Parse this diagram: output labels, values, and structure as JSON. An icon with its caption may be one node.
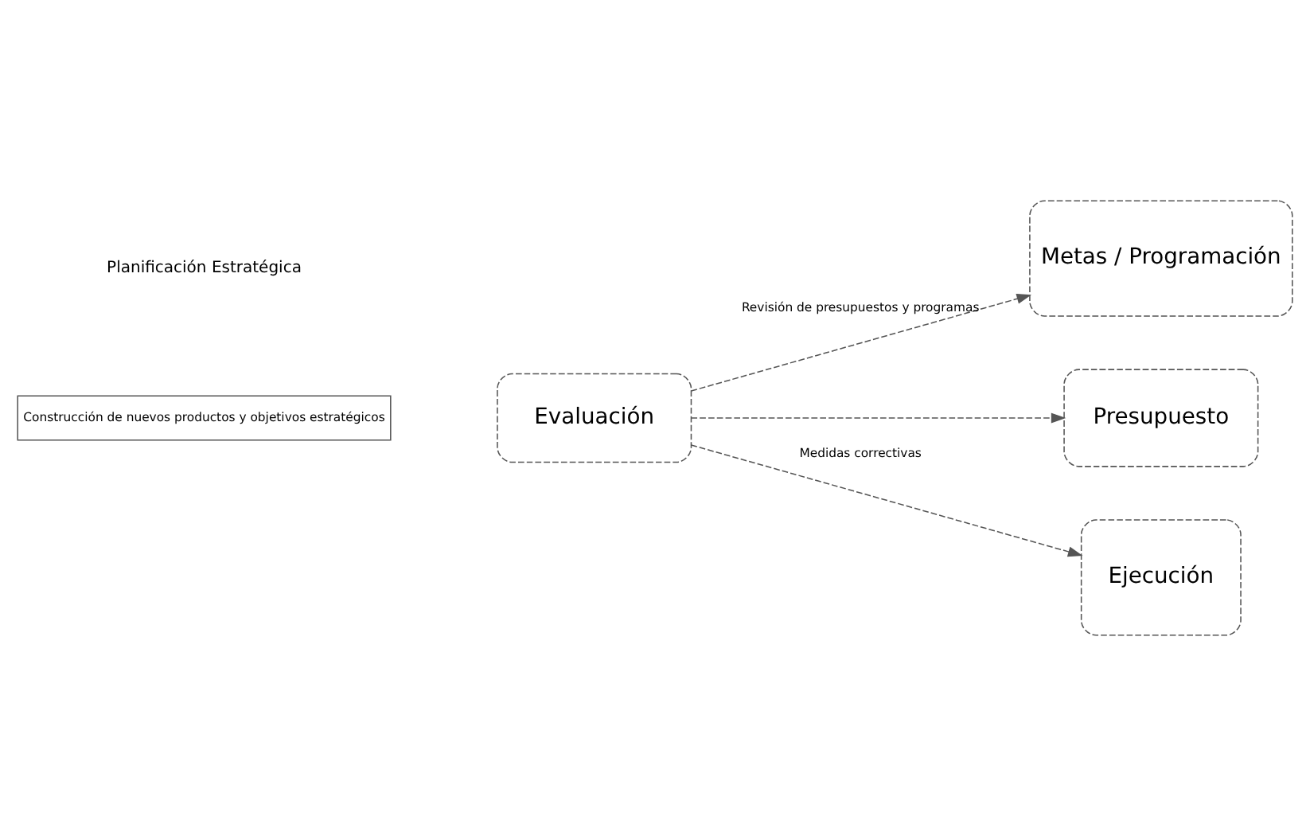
{
  "diagram": {
    "nodes": [
      {
        "text": [
          "Construcción de nuevos productos y objetivos estratégicos"
        ]
      },
      {
        "text": [
          "Evaluación"
        ]
      },
      {
        "text": [
          "Metas / Programación"
        ]
      },
      {
        "text": [
          "Presupuesto"
        ]
      },
      {
        "text": [
          "Ejecución"
        ]
      }
    ],
    "edges": [
      {
        "from": 1,
        "to": 2,
        "arrow": "to",
        "label": "Revisión de presupuestos y programas",
        "style": "dashed"
      },
      {
        "from": 1,
        "to": 3,
        "arrow": "to",
        "style": "dashed"
      },
      {
        "from": 1,
        "to": 4,
        "arrow": "to",
        "label": "Medidas correctivas",
        "style": "dashed"
      }
    ],
    "labels": [
      "Planificación Estratégica"
    ]
  }
}
